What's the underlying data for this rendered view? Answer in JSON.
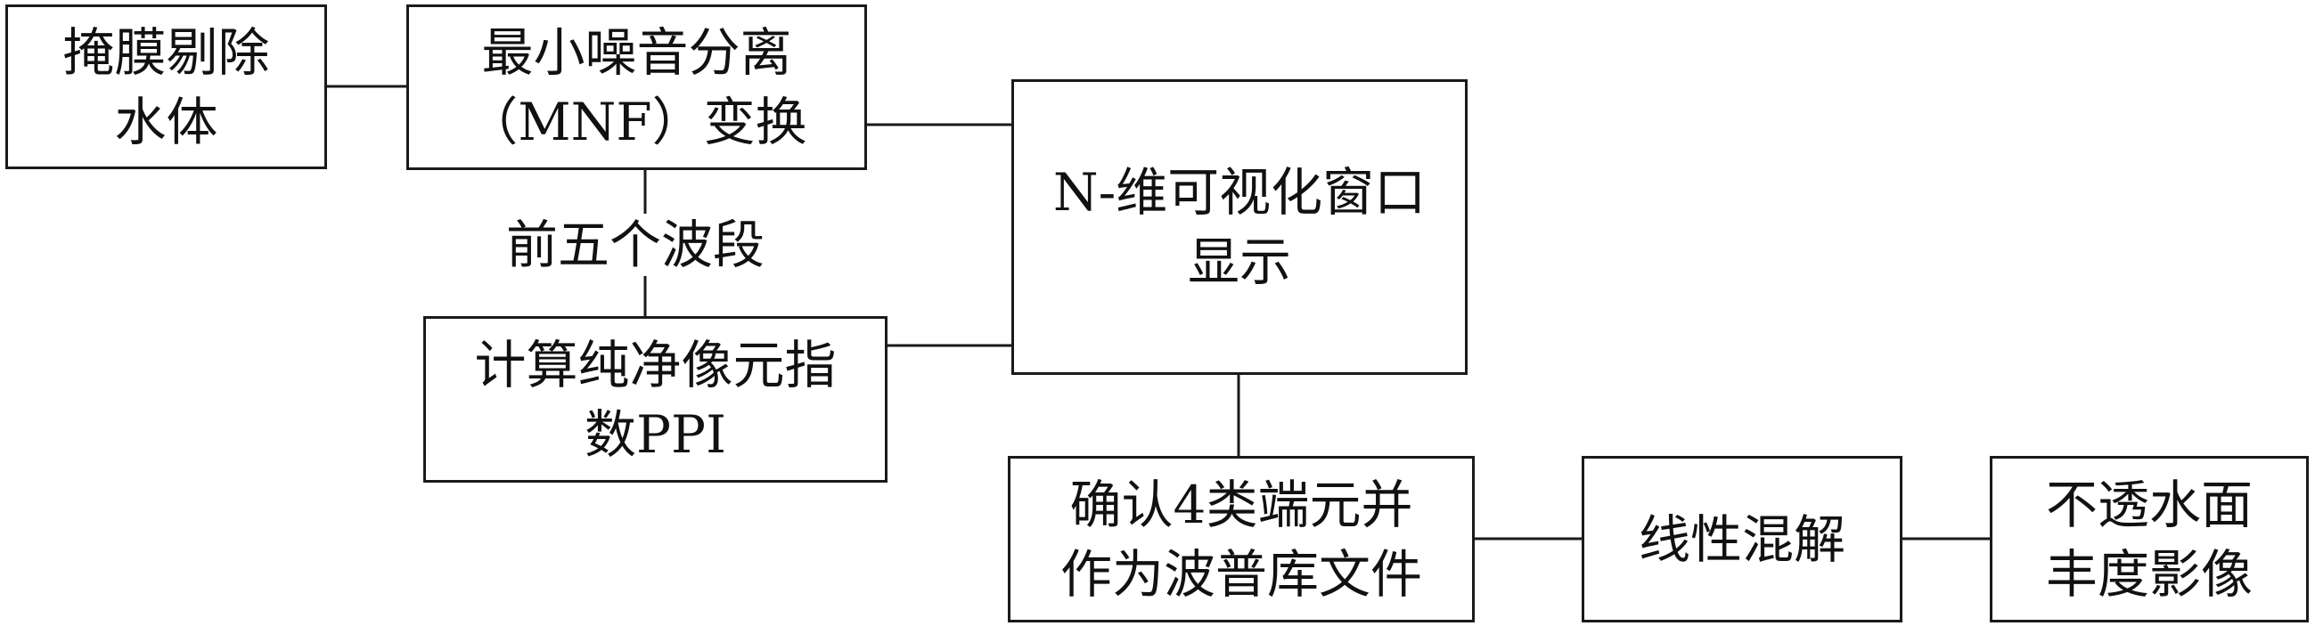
{
  "nodes": {
    "mask_water": {
      "line1": "掩膜剔除",
      "line2": "水体"
    },
    "mnf": {
      "line1": "最小噪音分离",
      "line2": "（MNF）变换"
    },
    "ppi": {
      "line1": "计算纯净像元指",
      "line2": "数PPI"
    },
    "ndvis": {
      "line1": "N-维可视化窗口",
      "line2": "显示"
    },
    "endmember": {
      "line1": "确认4类端元并",
      "line2": "作为波普库文件"
    },
    "unmix": {
      "line1": "线性混解"
    },
    "output": {
      "line1": "不透水面",
      "line2": "丰度影像"
    }
  },
  "edges": {
    "mnf_to_ppi_label": "前五个波段"
  }
}
